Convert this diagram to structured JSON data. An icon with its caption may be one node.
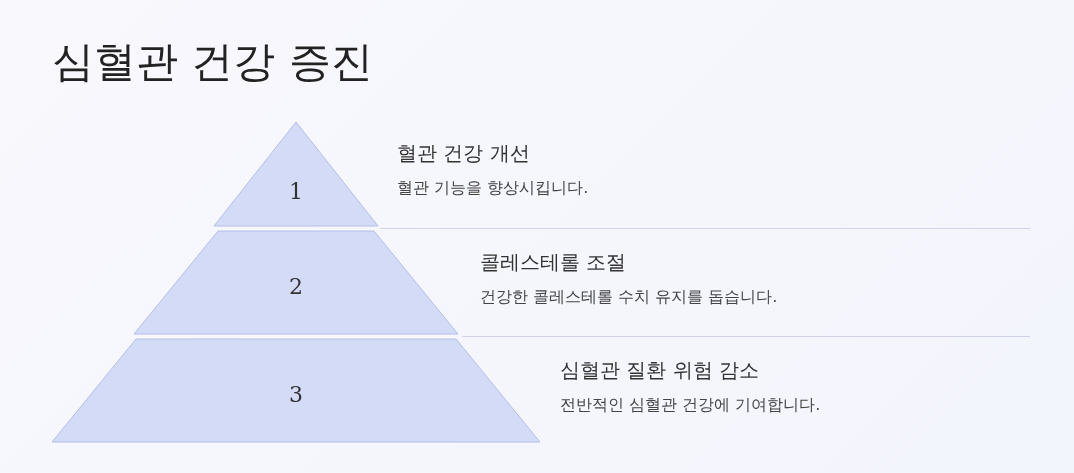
{
  "diagram": {
    "title": "심혈관 건강 증진",
    "nodes": [
      {
        "text": [
          "1",
          "혈관 건강 개선",
          "혈관 기능을 향상시킵니다."
        ]
      },
      {
        "text": [
          "2",
          "콜레스테롤 조절",
          "건강한 콜레스테롤 수치 유지를 돕습니다."
        ]
      },
      {
        "text": [
          "3",
          "심혈관 질환 위험 감소",
          "전반적인 심혈관 건강에 기여합니다."
        ]
      }
    ],
    "edges": []
  }
}
